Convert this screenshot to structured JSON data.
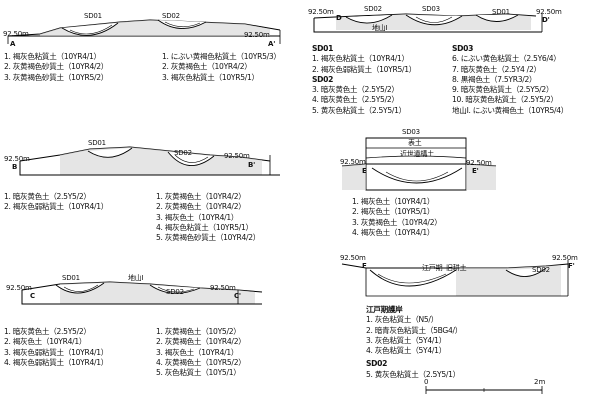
{
  "sections": [
    {
      "left_label": "92.50m",
      "left_letter": "A",
      "right_label": "92.50m",
      "right_letter": "A'",
      "pits": [
        "SD01",
        "SD02"
      ],
      "legend_left": [
        "1. 褐灰色粘質土（10YR4/1）",
        "2. 灰黄褐色砂質土（10YR4/2）",
        "3. 灰黄褐色砂質土（10YR5/2）"
      ],
      "legend_right": [
        "1. にぶい黄褐色粘質土（10YR5/3）",
        "2. 灰黄褐色土（10YR4/2）",
        "3. 褐灰色粘質土（10YR5/1）"
      ]
    },
    {
      "left_label": "92.50m",
      "left_letter": "B",
      "right_label": "92.50m",
      "right_letter": "B'",
      "pits": [
        "SD01",
        "SD02"
      ],
      "legend_left": [
        "1. 暗灰黄色土（2.5Y5/2）",
        "2. 褐灰色弱粘質土（10YR4/1）"
      ],
      "legend_right": [
        "1. 灰黄褐色土（10YR4/2）",
        "2. 灰黄褐色土（10YR4/2）",
        "3. 褐灰色土（10YR4/1）",
        "4. 褐灰色粘質土（10YR5/1）",
        "5. 灰黄褐色砂質土（10YR4/2）"
      ]
    },
    {
      "left_label": "92.50m",
      "left_letter": "C",
      "right_label": "92.50m",
      "right_letter": "C'",
      "pits": [
        "SD01",
        "SD02"
      ],
      "bedrock": "地山Ⅰ",
      "legend_left": [
        "1. 暗灰黄色土（2.5Y5/2）",
        "2. 褐灰色土（10YR4/1）",
        "3. 褐灰色弱粘質土（10YR4/1）",
        "4. 褐灰色弱粘質土（10YR4/1）"
      ],
      "legend_right": [
        "1. 灰黄褐色土（10Y5/2）",
        "2. 灰黄褐色土（10YR4/2）",
        "3. 褐灰色土（10YR4/1）",
        "4. 灰黄褐色土（10YR5/2）",
        "5. 灰色粘質土（10Y5/1）"
      ]
    },
    {
      "left_label": "92.50m",
      "left_letter": "D",
      "right_label": "92.50m",
      "right_letter": "D'",
      "pits": [
        "SD02",
        "SD03",
        "SD01"
      ],
      "bedrock": "地山Ⅰ",
      "legend_groups": [
        {
          "heading": "SD01",
          "items": [
            "1. 褐灰色粘質土（10YR4/1）",
            "2. 褐灰色弱粘質土（10YR5/1）"
          ]
        },
        {
          "heading": "SD02",
          "items": [
            "3. 暗灰黄色土（2.5Y5/2）",
            "4. 暗灰黄色土（2.5Y5/2）",
            "5. 黄灰色粘質土（2.5Y5/1）"
          ]
        }
      ],
      "legend_right_heading": "SD03",
      "legend_right": [
        "6. にぶい黄色粘質土（2.5Y6/4）",
        "7. 暗灰黄色土（2.5Y4 /2）",
        "8. 黒褐色土（7.5YR3/2）",
        "9. 暗灰黄色粘質土（2.5Y5/2）",
        "10. 暗灰黄色粘質土（2.5Y5/2）",
        "地山Ⅰ. にぶい黄褐色土（10YR5/4）"
      ]
    },
    {
      "left_label": "92.50m",
      "left_letter": "E",
      "right_label": "92.50m",
      "right_letter": "E'",
      "pits": [
        "SD03"
      ],
      "inner_labels": [
        "表土",
        "近世遺構土"
      ],
      "legend_left": [
        "1. 褐灰色土（10YR4/1）",
        "2. 褐灰色土（10YR5/1）",
        "3. 灰黄褐色土（10YR4/2）",
        "4. 褐灰色土（10YR4/1）"
      ]
    },
    {
      "left_label": "92.50m",
      "left_letter": "F",
      "right_label": "92.50m",
      "right_letter": "F'",
      "pits": [
        "SD02"
      ],
      "inner_labels": [
        "江戸期",
        "旧耕土"
      ],
      "legend_groups": [
        {
          "heading": "江戸期護岸",
          "items": [
            "1. 灰色粘質土（N5/）",
            "2. 暗青灰色粘質土（5BG4/）",
            "3. 灰色粘質土（5Y4/1）",
            "4. 灰色粘質土（5Y4/1）"
          ]
        },
        {
          "heading": "SD02",
          "items": [
            "5. 黄灰色粘質土（2.5Y5/1）"
          ]
        }
      ]
    }
  ],
  "scale_bar": {
    "start": "0",
    "end": "2m"
  }
}
